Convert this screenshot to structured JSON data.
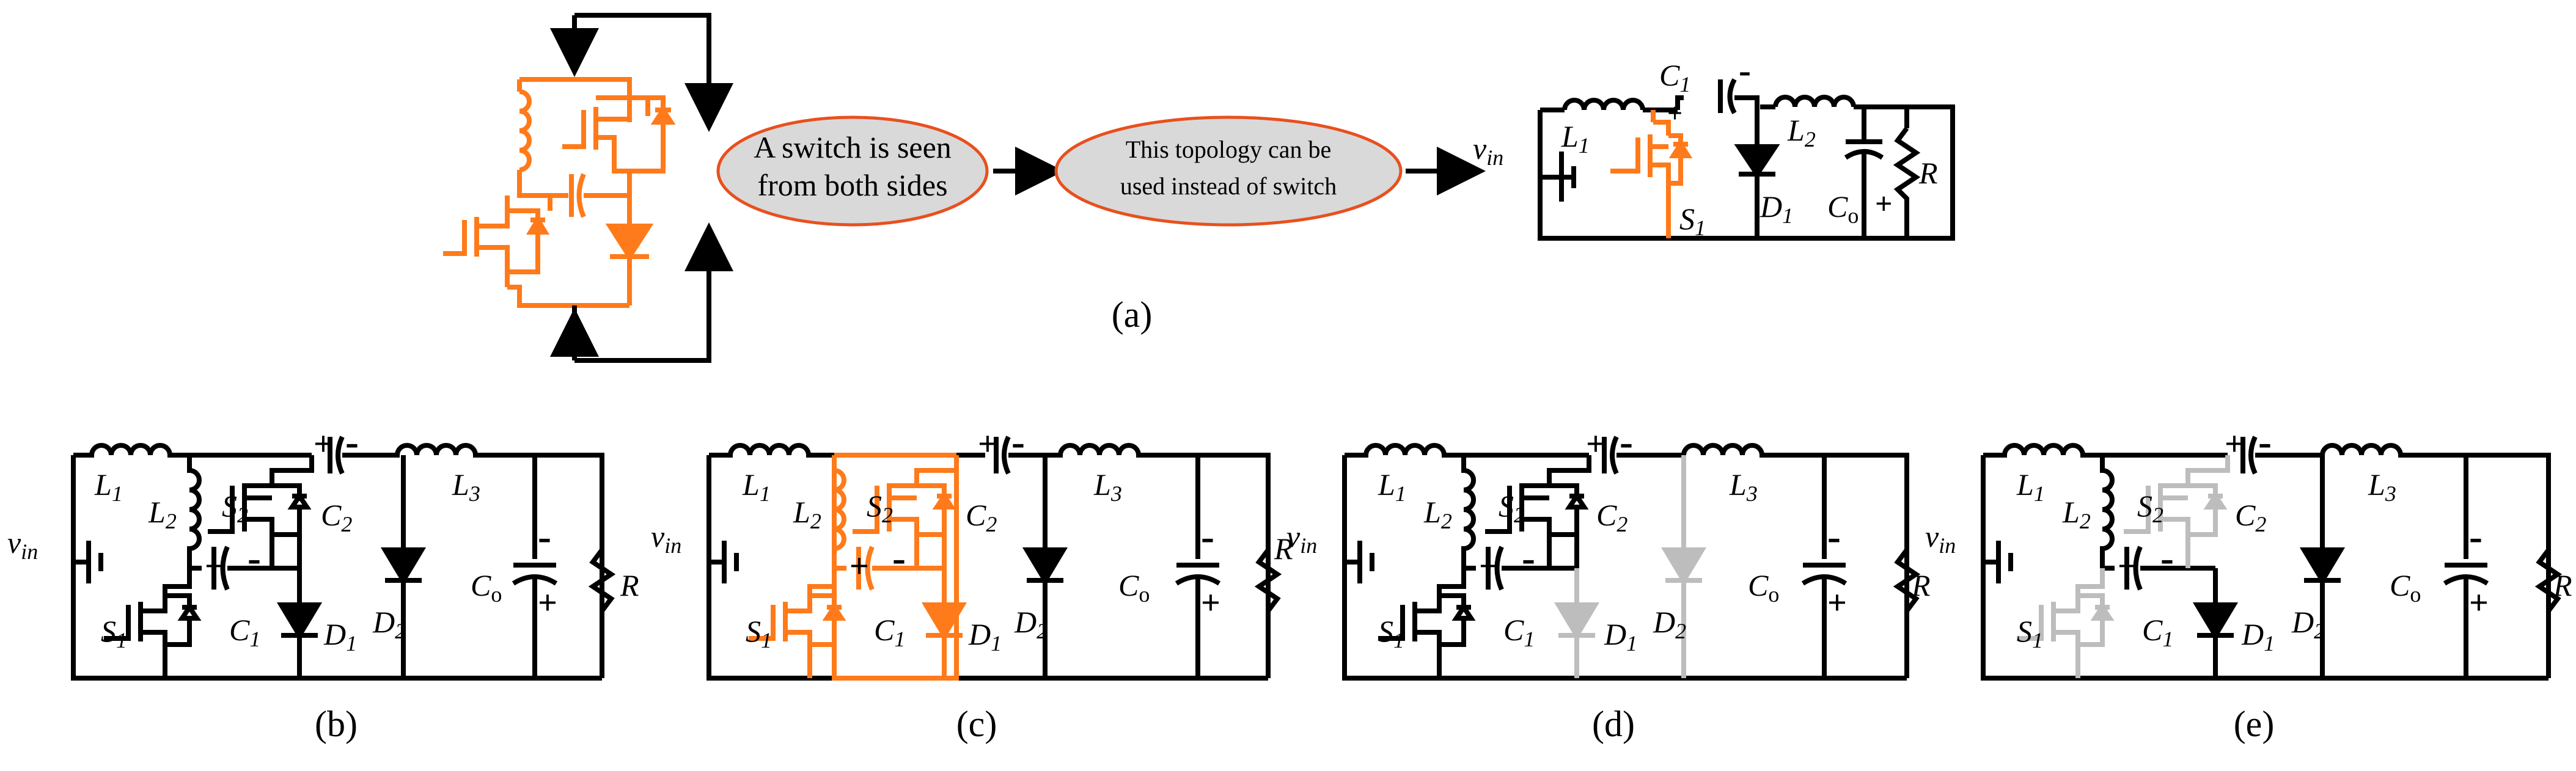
{
  "captions": {
    "a": "(a)",
    "b": "(b)",
    "c": "(c)",
    "d": "(d)",
    "e": "(e)"
  },
  "ellipse1": {
    "line1": "A switch is seen",
    "line2": "from both sides"
  },
  "ellipse2": {
    "line1": "This topology can be",
    "line2": "used instead of switch"
  },
  "labels": {
    "vin_main": "v",
    "vin_sub": "in",
    "L": "L",
    "C": "C",
    "S": "S",
    "D": "D",
    "sub1": "1",
    "sub2": "2",
    "sub3": "3",
    "Co_main": "C",
    "Co_sub": "o",
    "R": "R",
    "plus": "+",
    "minus": "-"
  },
  "colors": {
    "black": "#000000",
    "orange": "#ff7a1a",
    "gray": "#bdbdbd",
    "ellipse_fill": "#d9d9d9",
    "ellipse_stroke": "#e8501e"
  }
}
